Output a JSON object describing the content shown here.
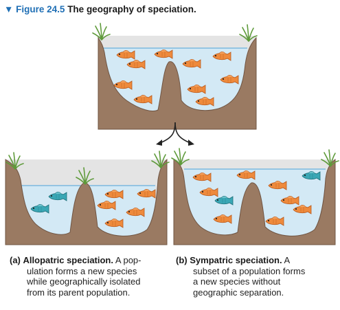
{
  "figure": {
    "label": "Figure 24.5",
    "title": "The geography of speciation."
  },
  "panels": {
    "a": {
      "letter": "(a)",
      "heading": "Allopatric speciation.",
      "lines": [
        "A pop-",
        "ulation forms a new species",
        "while geographically isolated",
        "from its parent population."
      ]
    },
    "b": {
      "letter": "(b)",
      "heading": "Sympatric speciation.",
      "lines": [
        "A",
        "subset of a population forms",
        "a new species without",
        "geographic separation."
      ]
    }
  },
  "colors": {
    "title_accent": "#1f6fb5",
    "water": "#d3e9f5",
    "water_surface": "#7fb8dc",
    "earth": "#9a7a62",
    "earth_shadow": "#7d5f4a",
    "backdrop": "#e4e4e4",
    "grass": "#5e9a3a",
    "fish_orange": "#ee8a3c",
    "fish_teal": "#3aa7b5"
  },
  "icons": {
    "title_marker": "triangle-down-icon",
    "split": "curved-split-arrow-icon",
    "fish": "fish-icon",
    "grass": "grass-tuft-icon"
  }
}
